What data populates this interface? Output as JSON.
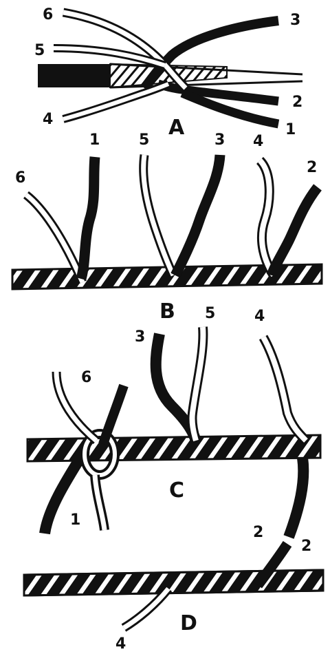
{
  "panel_labels": {
    "a": "A",
    "b": "B",
    "c": "C",
    "d": "D"
  },
  "strand_numbers": {
    "a": [
      "6",
      "5",
      "4",
      "3",
      "2",
      "1"
    ],
    "b": [
      "6",
      "1",
      "5",
      "3",
      "4",
      "2"
    ],
    "c": [
      "3",
      "5",
      "4",
      "6",
      "1",
      "2"
    ],
    "d": [
      "2",
      "4"
    ]
  },
  "colors": {
    "ink": "#111111",
    "paper": "#ffffff"
  }
}
